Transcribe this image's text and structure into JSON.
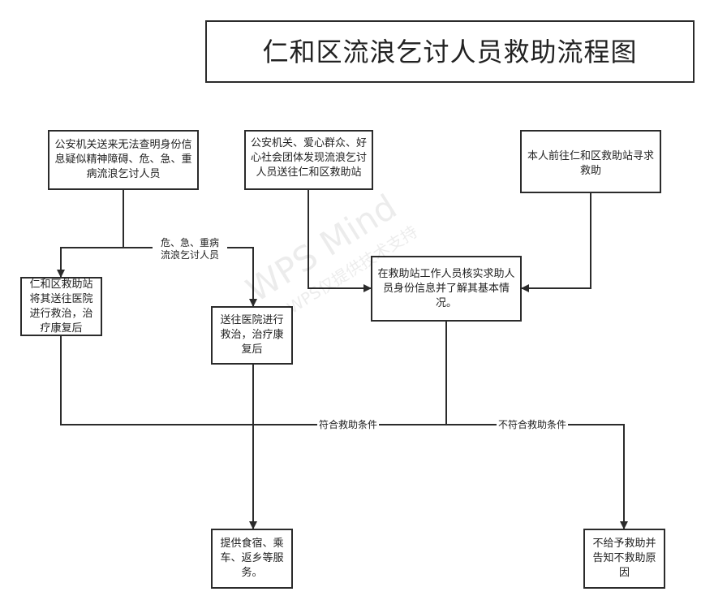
{
  "title": "仁和区流浪乞讨人员救助流程图",
  "nodes": {
    "police_send": "公安机关送来无法查明身份信息疑似精神障碍、危、急、重病流浪乞讨人员",
    "public_find": "公安机关、爱心群众、好心社会团体发现流浪乞讨人员送往仁和区救助站",
    "self_request": "本人前往仁和区救助站寻求救助",
    "station_hospital": "仁和区救助站将其送往医院进行救治，治疗康复后",
    "send_hospital": "送往医院进行救治，治疗康复后",
    "verify": "在救助站工作人员核实求助人员身份信息并了解其基本情况。",
    "provide_services": "提供食宿、乘车、返乡等服务。",
    "refuse": "不给予救助并告知不救助原因"
  },
  "edge_labels": {
    "critical": "危、急、重病\n流浪乞讨人员",
    "qualified": "符合救助条件",
    "not_qualified": "不符合救助条件"
  },
  "watermark": {
    "brand": "WPS Mind",
    "note": "WPS仅提供技术支持"
  }
}
